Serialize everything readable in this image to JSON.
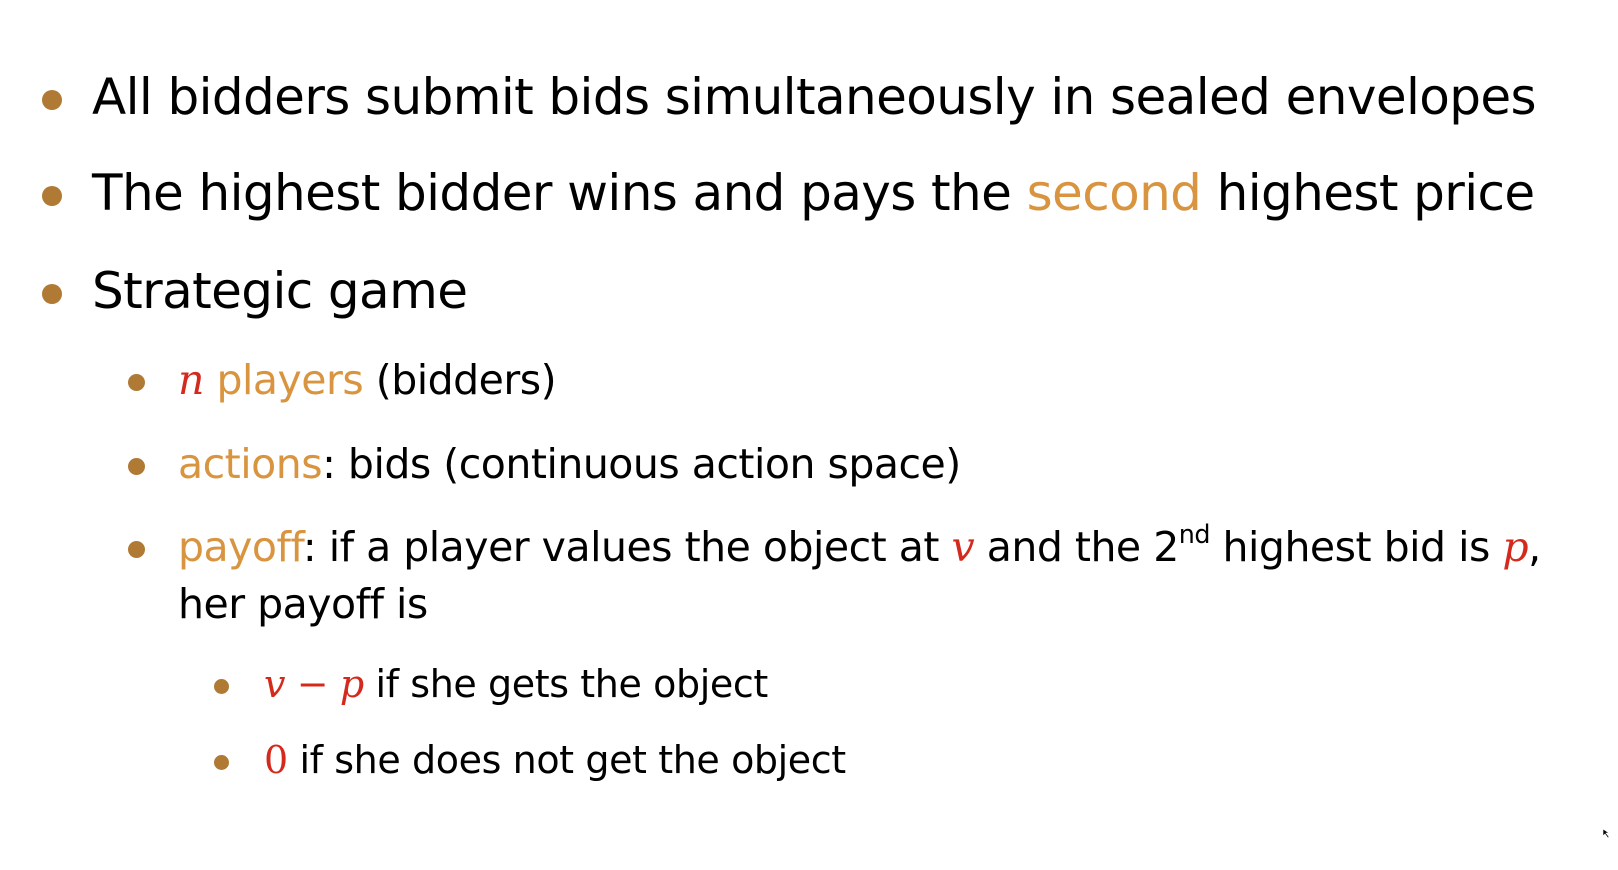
{
  "bullets_l1": [
    {
      "text": "All bidders submit bids simultaneously in sealed envelopes"
    },
    {
      "pre": "The highest bidder wins and pays the ",
      "accent": "second",
      "post": " highest price"
    },
    {
      "text": "Strategic game"
    }
  ],
  "players": {
    "var": "n",
    "accent": " players",
    "post": " (bidders)"
  },
  "actions": {
    "accent": "actions",
    "post": ": bids (continuous action space)"
  },
  "payoff": {
    "accent": "payoff",
    "part1": ": if a player values the object at ",
    "var_v": "v",
    "part2": " and the 2",
    "sup": "nd",
    "part3": " highest bid is ",
    "var_p": "p",
    "part4": ",",
    "line2": "her payoff is"
  },
  "sub_items": [
    {
      "math": "v − p",
      "text": " if she gets the object"
    },
    {
      "math": "0",
      "text": " if she does not get the object"
    }
  ],
  "colors": {
    "accent": "#d9943f",
    "math": "#d42a1e",
    "bullet": "#b07a35"
  },
  "icons": {
    "cursor": "resize-cursor-icon"
  }
}
